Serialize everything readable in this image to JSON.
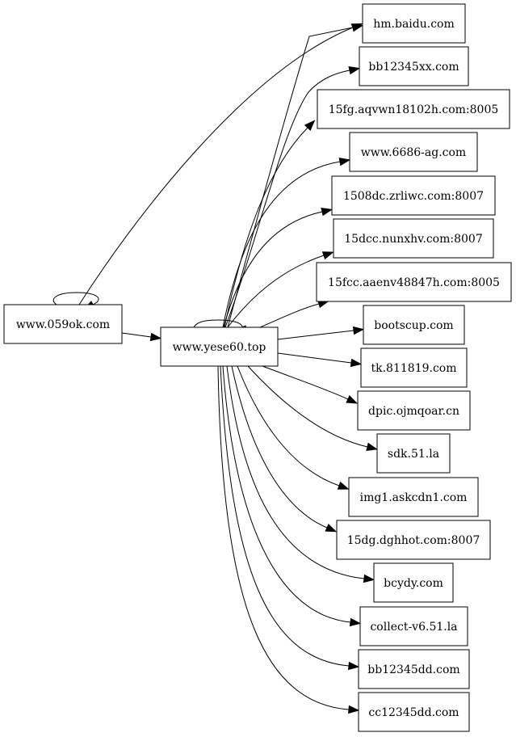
{
  "graph": {
    "nodes": [
      {
        "id": "n0",
        "label": "www.059ok.com"
      },
      {
        "id": "n1",
        "label": "www.yese60.top"
      },
      {
        "id": "n2",
        "label": "hm.baidu.com"
      },
      {
        "id": "n3",
        "label": "bb12345xx.com"
      },
      {
        "id": "n4",
        "label": "15fg.aqvwn18102h.com:8005"
      },
      {
        "id": "n5",
        "label": "www.6686-ag.com"
      },
      {
        "id": "n6",
        "label": "1508dc.zrliwc.com:8007"
      },
      {
        "id": "n7",
        "label": "15dcc.nunxhv.com:8007"
      },
      {
        "id": "n8",
        "label": "15fcc.aaenv48847h.com:8005"
      },
      {
        "id": "n9",
        "label": "bootscup.com"
      },
      {
        "id": "n10",
        "label": "tk.811819.com"
      },
      {
        "id": "n11",
        "label": "dpic.ojmqoar.cn"
      },
      {
        "id": "n12",
        "label": "sdk.51.la"
      },
      {
        "id": "n13",
        "label": "img1.askcdn1.com"
      },
      {
        "id": "n14",
        "label": "15dg.dghhot.com:8007"
      },
      {
        "id": "n15",
        "label": "bcydy.com"
      },
      {
        "id": "n16",
        "label": "collect-v6.51.la"
      },
      {
        "id": "n17",
        "label": "bb12345dd.com"
      },
      {
        "id": "n18",
        "label": "cc12345dd.com"
      }
    ],
    "edges": [
      {
        "from": "n0",
        "to": "n0"
      },
      {
        "from": "n0",
        "to": "n1"
      },
      {
        "from": "n0",
        "to": "n2"
      },
      {
        "from": "n1",
        "to": "n1"
      },
      {
        "from": "n1",
        "to": "n2"
      },
      {
        "from": "n1",
        "to": "n3"
      },
      {
        "from": "n1",
        "to": "n4"
      },
      {
        "from": "n1",
        "to": "n5"
      },
      {
        "from": "n1",
        "to": "n6"
      },
      {
        "from": "n1",
        "to": "n7"
      },
      {
        "from": "n1",
        "to": "n8"
      },
      {
        "from": "n1",
        "to": "n9"
      },
      {
        "from": "n1",
        "to": "n10"
      },
      {
        "from": "n1",
        "to": "n11"
      },
      {
        "from": "n1",
        "to": "n12"
      },
      {
        "from": "n1",
        "to": "n13"
      },
      {
        "from": "n1",
        "to": "n14"
      },
      {
        "from": "n1",
        "to": "n15"
      },
      {
        "from": "n1",
        "to": "n16"
      },
      {
        "from": "n1",
        "to": "n17"
      },
      {
        "from": "n1",
        "to": "n18"
      }
    ]
  }
}
